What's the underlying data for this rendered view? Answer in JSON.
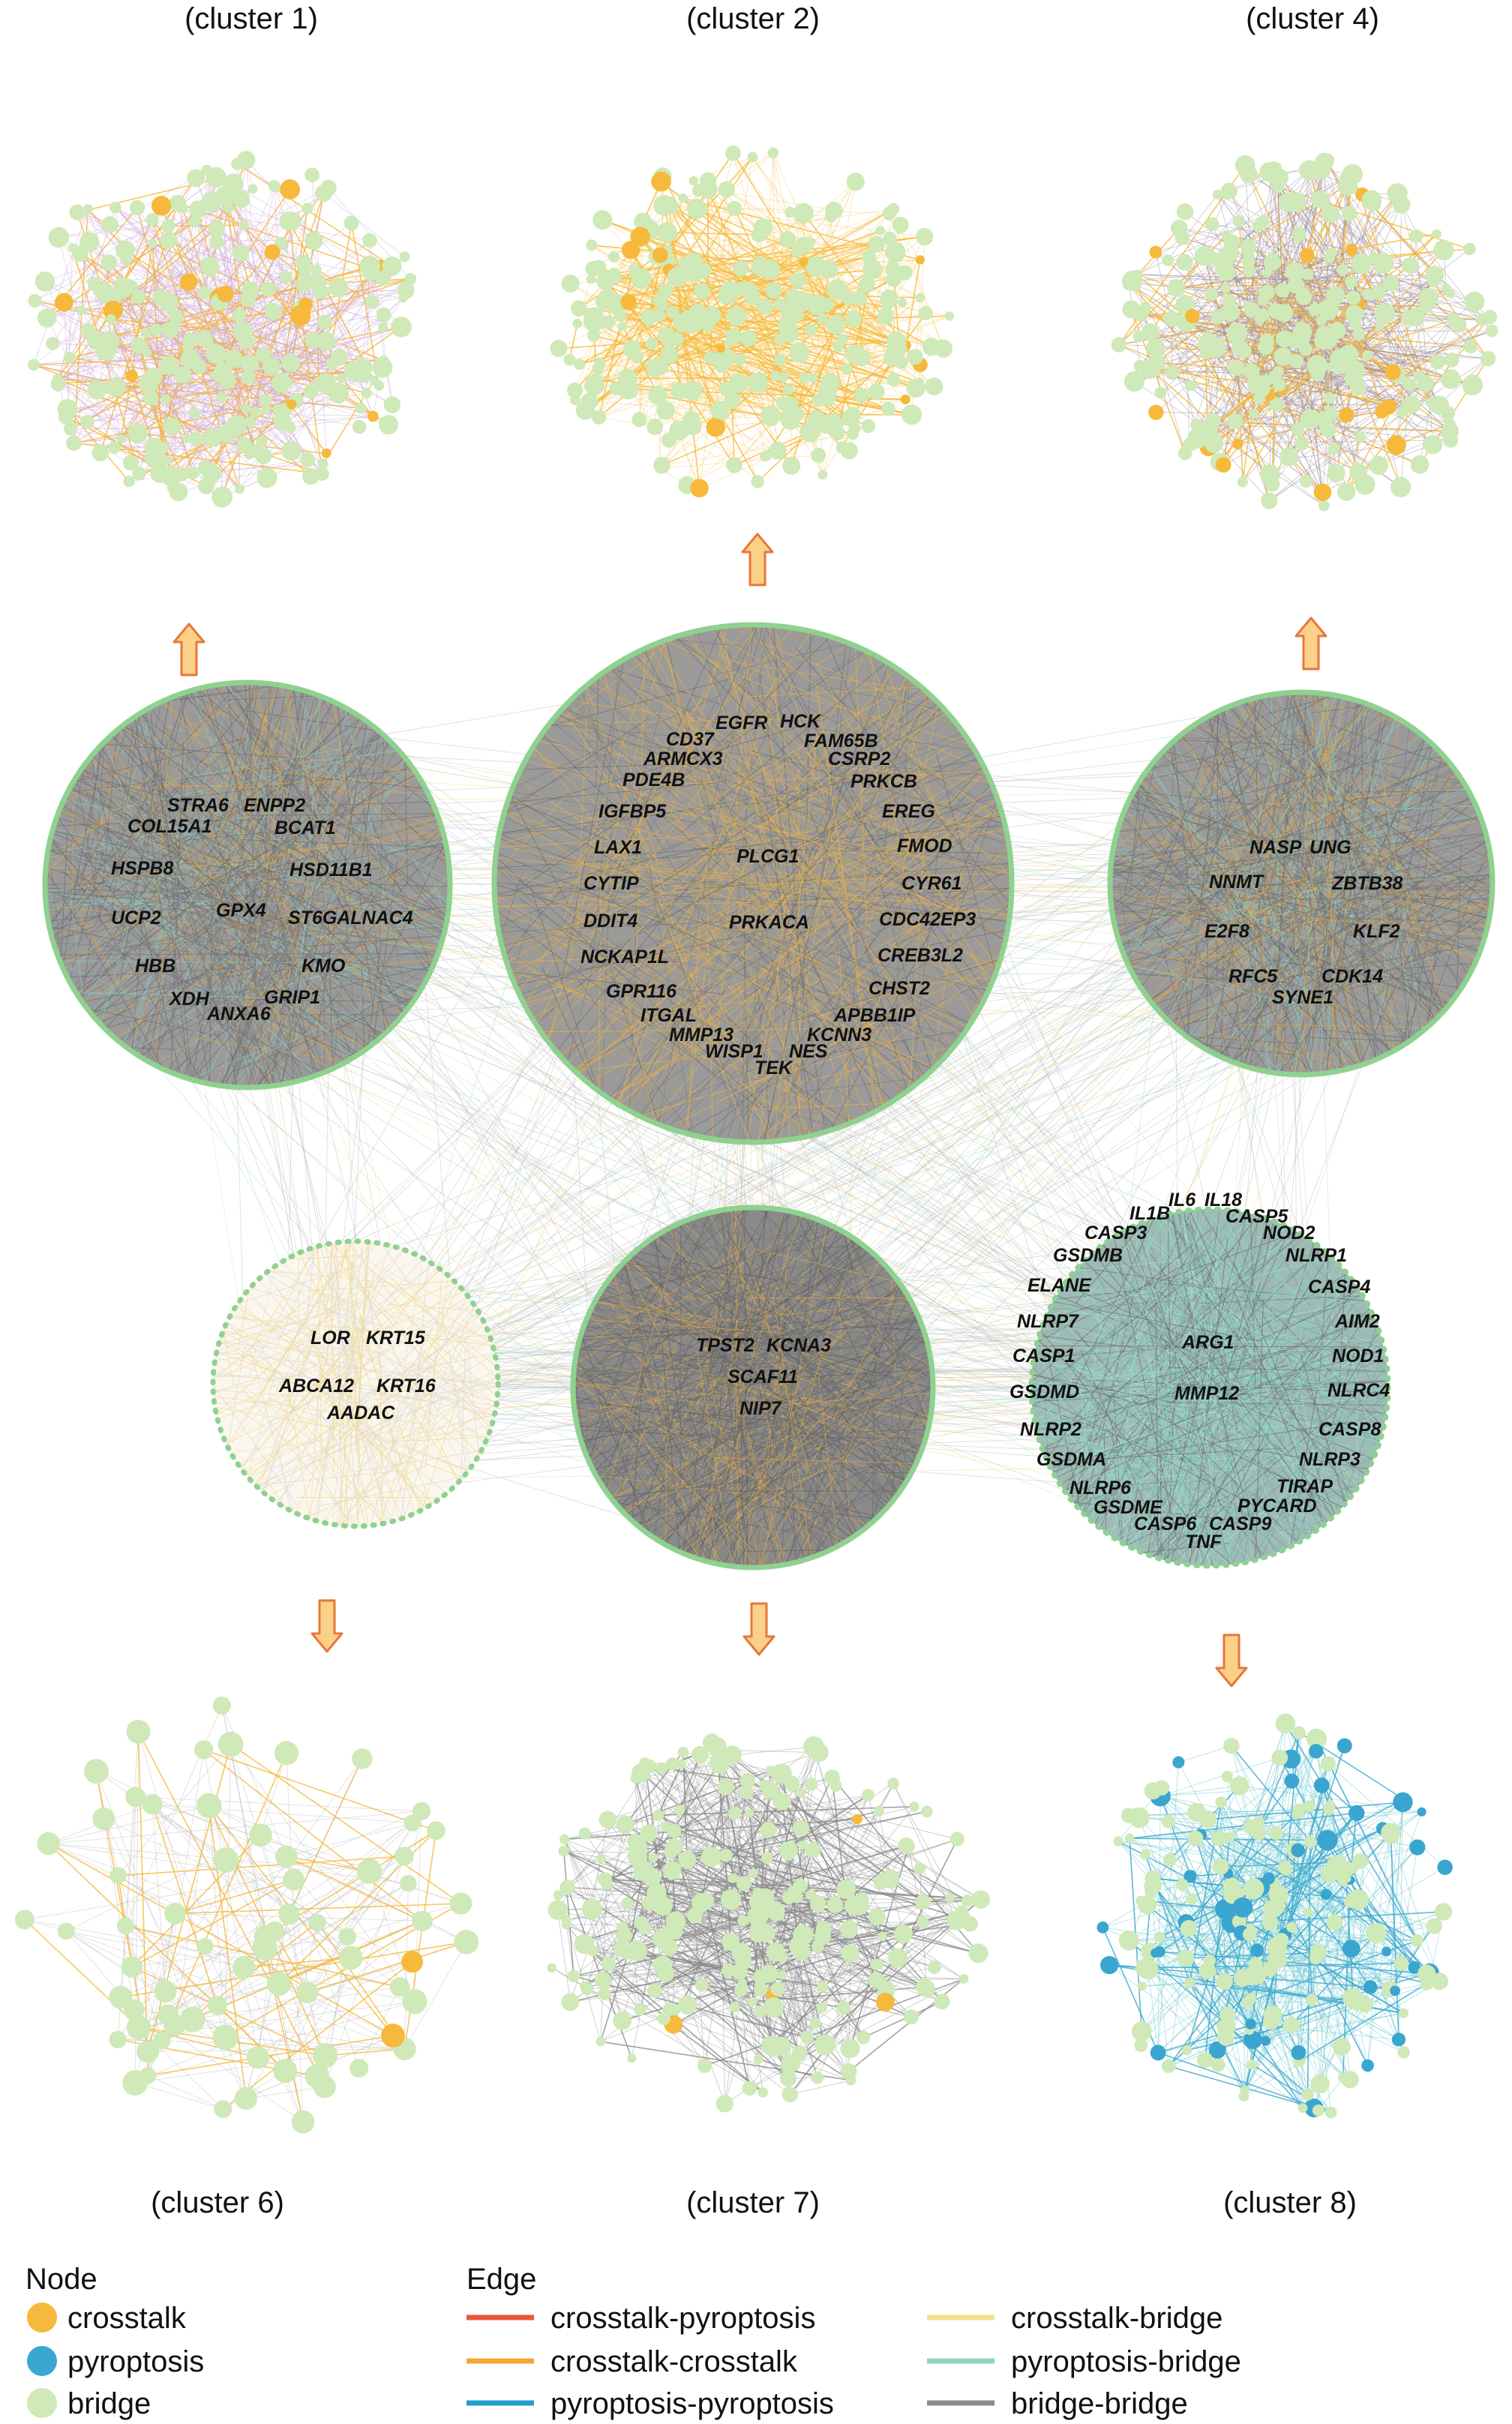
{
  "captions": {
    "c1": "(cluster 1)",
    "c2": "(cluster 2)",
    "c4": "(cluster 4)",
    "c6": "(cluster 6)",
    "c7": "(cluster 7)",
    "c8": "(cluster 8)"
  },
  "colors": {
    "crosstalk": "#f6b93b",
    "pyroptosis": "#3aa6cf",
    "bridge": "#cfe9b8",
    "crosstalk_pyroptosis": "#e8573b",
    "crosstalk_crosstalk": "#f5a638",
    "pyroptosis_pyroptosis": "#1e9fc9",
    "crosstalk_bridge": "#f6e08a",
    "pyroptosis_bridge": "#8fd3c4",
    "bridge_bridge": "#8c8c8c",
    "cluster_ring": "#8fd18f",
    "arrow_fill": "#fbd18a",
    "arrow_stroke": "#e8763a"
  },
  "genes": {
    "c1": [
      "STRA6",
      "ENPP2",
      "COL15A1",
      "BCAT1",
      "HSPB8",
      "HSD11B1",
      "UCP2",
      "GPX4",
      "ST6GALNAC4",
      "HBB",
      "KMO",
      "XDH",
      "GRIP1",
      "ANXA6"
    ],
    "c2": [
      "EGFR",
      "HCK",
      "CD37",
      "FAM65B",
      "ARMCX3",
      "CSRP2",
      "PDE4B",
      "PRKCB",
      "IGFBP5",
      "EREG",
      "LAX1",
      "PLCG1",
      "FMOD",
      "CYTIP",
      "CYR61",
      "DDIT4",
      "PRKACA",
      "CDC42EP3",
      "NCKAP1L",
      "CREB3L2",
      "GPR116",
      "CHST2",
      "ITGAL",
      "APBB1IP",
      "MMP13",
      "KCNN3",
      "WISP1",
      "NES",
      "TEK"
    ],
    "c4": [
      "NASP",
      "UNG",
      "NNMT",
      "ZBTB38",
      "E2F8",
      "KLF2",
      "RFC5",
      "CDK14",
      "SYNE1"
    ],
    "c6": [
      "LOR",
      "KRT15",
      "ABCA12",
      "KRT16",
      "AADAC"
    ],
    "c7": [
      "TPST2",
      "KCNA3",
      "SCAF11",
      "NIP7"
    ],
    "c8": [
      "IL6",
      "IL18",
      "IL1B",
      "CASP5",
      "CASP3",
      "NOD2",
      "GSDMB",
      "NLRP1",
      "ELANE",
      "CASP4",
      "AIM2",
      "NLRP7",
      "ARG1",
      "NOD1",
      "CASP1",
      "NLRC4",
      "GSDMD",
      "MMP12",
      "CASP8",
      "NLRP2",
      "NLRP3",
      "GSDMA",
      "TIRAP",
      "NLRP6",
      "PYCARD",
      "GSDME",
      "CASP6",
      "CASP9",
      "TNF"
    ]
  },
  "legend": {
    "node_title": "Node",
    "edge_title": "Edge",
    "node_items": [
      {
        "label": "crosstalk",
        "color": "#f6b93b"
      },
      {
        "label": "pyroptosis",
        "color": "#3aa6cf"
      },
      {
        "label": "bridge",
        "color": "#cfe9b8"
      }
    ],
    "edge_items": [
      {
        "label": "crosstalk-pyroptosis",
        "color": "#e8573b"
      },
      {
        "label": "crosstalk-crosstalk",
        "color": "#f5a638"
      },
      {
        "label": "pyroptosis-pyroptosis",
        "color": "#1e9fc9"
      },
      {
        "label": "crosstalk-bridge",
        "color": "#f6e08a"
      },
      {
        "label": "pyroptosis-bridge",
        "color": "#8fd3c4"
      },
      {
        "label": "bridge-bridge",
        "color": "#8c8c8c"
      }
    ]
  }
}
